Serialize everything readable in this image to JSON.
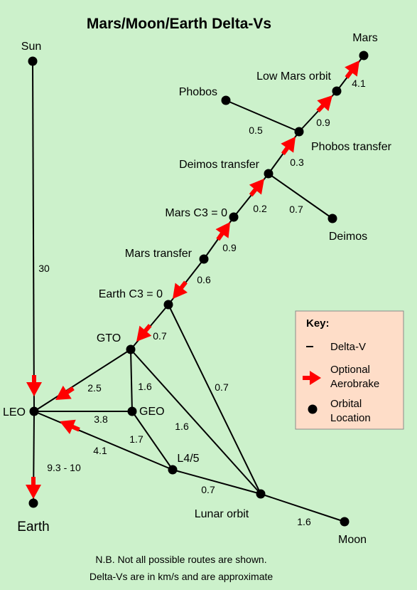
{
  "title": "Mars/Moon/Earth Delta-Vs",
  "nodes": {
    "sun": "Sun",
    "mars": "Mars",
    "low_mars_orbit": "Low Mars orbit",
    "phobos": "Phobos",
    "phobos_transfer": "Phobos transfer",
    "deimos_transfer": "Deimos transfer",
    "mars_c3": "Mars C3 = 0",
    "deimos": "Deimos",
    "mars_transfer": "Mars transfer",
    "earth_c3": "Earth C3 = 0",
    "gto": "GTO",
    "leo": "LEO",
    "geo": "GEO",
    "l45": "L4/5",
    "lunar_orbit": "Lunar orbit",
    "moon": "Moon",
    "earth": "Earth"
  },
  "delta_v": {
    "sun_leo": "30",
    "leo_earth": "9.3 - 10",
    "lmo_mars": "4.1",
    "phobos_pt": "0.5",
    "pt_lmo": "0.9",
    "dt_pt": "0.3",
    "mc3_dt": "0.2",
    "dt_deimos": "0.7",
    "mt_mc3": "0.9",
    "ec3_mt": "0.6",
    "ec3_gto": "0.7",
    "ec3_lunar": "0.7",
    "gto_leo": "2.5",
    "gto_geo": "1.6",
    "gto_lunar": "1.6",
    "leo_geo": "3.8",
    "geo_l45": "1.7",
    "leo_l45": "4.1",
    "l45_lunar": "0.7",
    "lunar_moon": "1.6"
  },
  "key": {
    "title": "Key:",
    "delta_v": "Delta-V",
    "aerobrake_line1": "Optional",
    "aerobrake_line2": "Aerobrake",
    "location_line1": "Orbital",
    "location_line2": "Location"
  },
  "notes": {
    "line1": "N.B. Not all possible routes are shown.",
    "line2": "Delta-Vs are in km/s and are approximate"
  },
  "colors": {
    "background": "#CCF1CB",
    "aerobrake": "#FF0000",
    "key_background": "#FEDDC8"
  }
}
